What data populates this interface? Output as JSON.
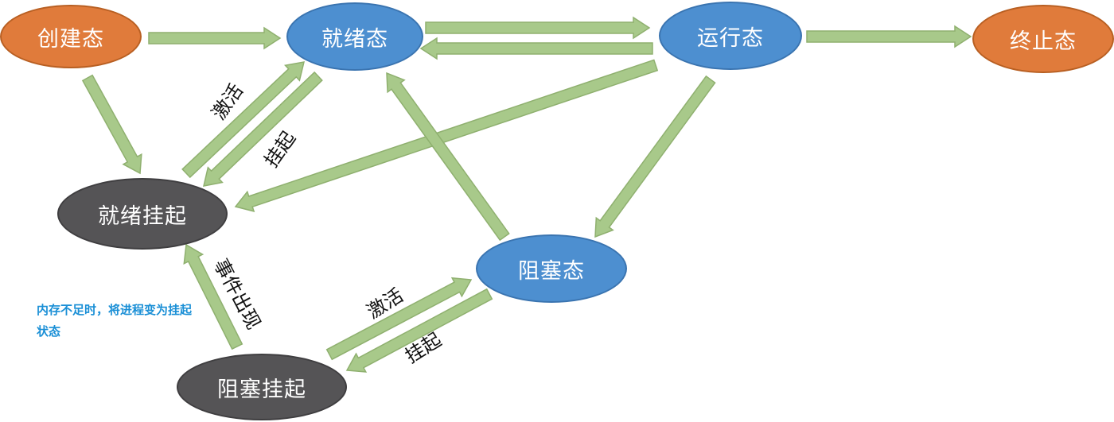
{
  "nodes": {
    "create": "创建态",
    "ready": "就绪态",
    "running": "运行态",
    "terminated": "终止态",
    "ready_suspended": "就绪挂起",
    "blocked": "阻塞态",
    "blocked_suspended": "阻塞挂起"
  },
  "edge_labels": {
    "activate_ready": "激活",
    "suspend_ready": "挂起",
    "event_occurs": "事件出现",
    "activate_blocked": "激活",
    "suspend_blocked": "挂起"
  },
  "note": "内存不足时，将进程变为挂起状态",
  "colors": {
    "orange": "#e07b3b",
    "blue": "#4d8fd0",
    "gray": "#555456",
    "arrow_fill": "#a8c98a",
    "arrow_stroke": "#8fb06f",
    "note_text": "#1a8fd6"
  }
}
